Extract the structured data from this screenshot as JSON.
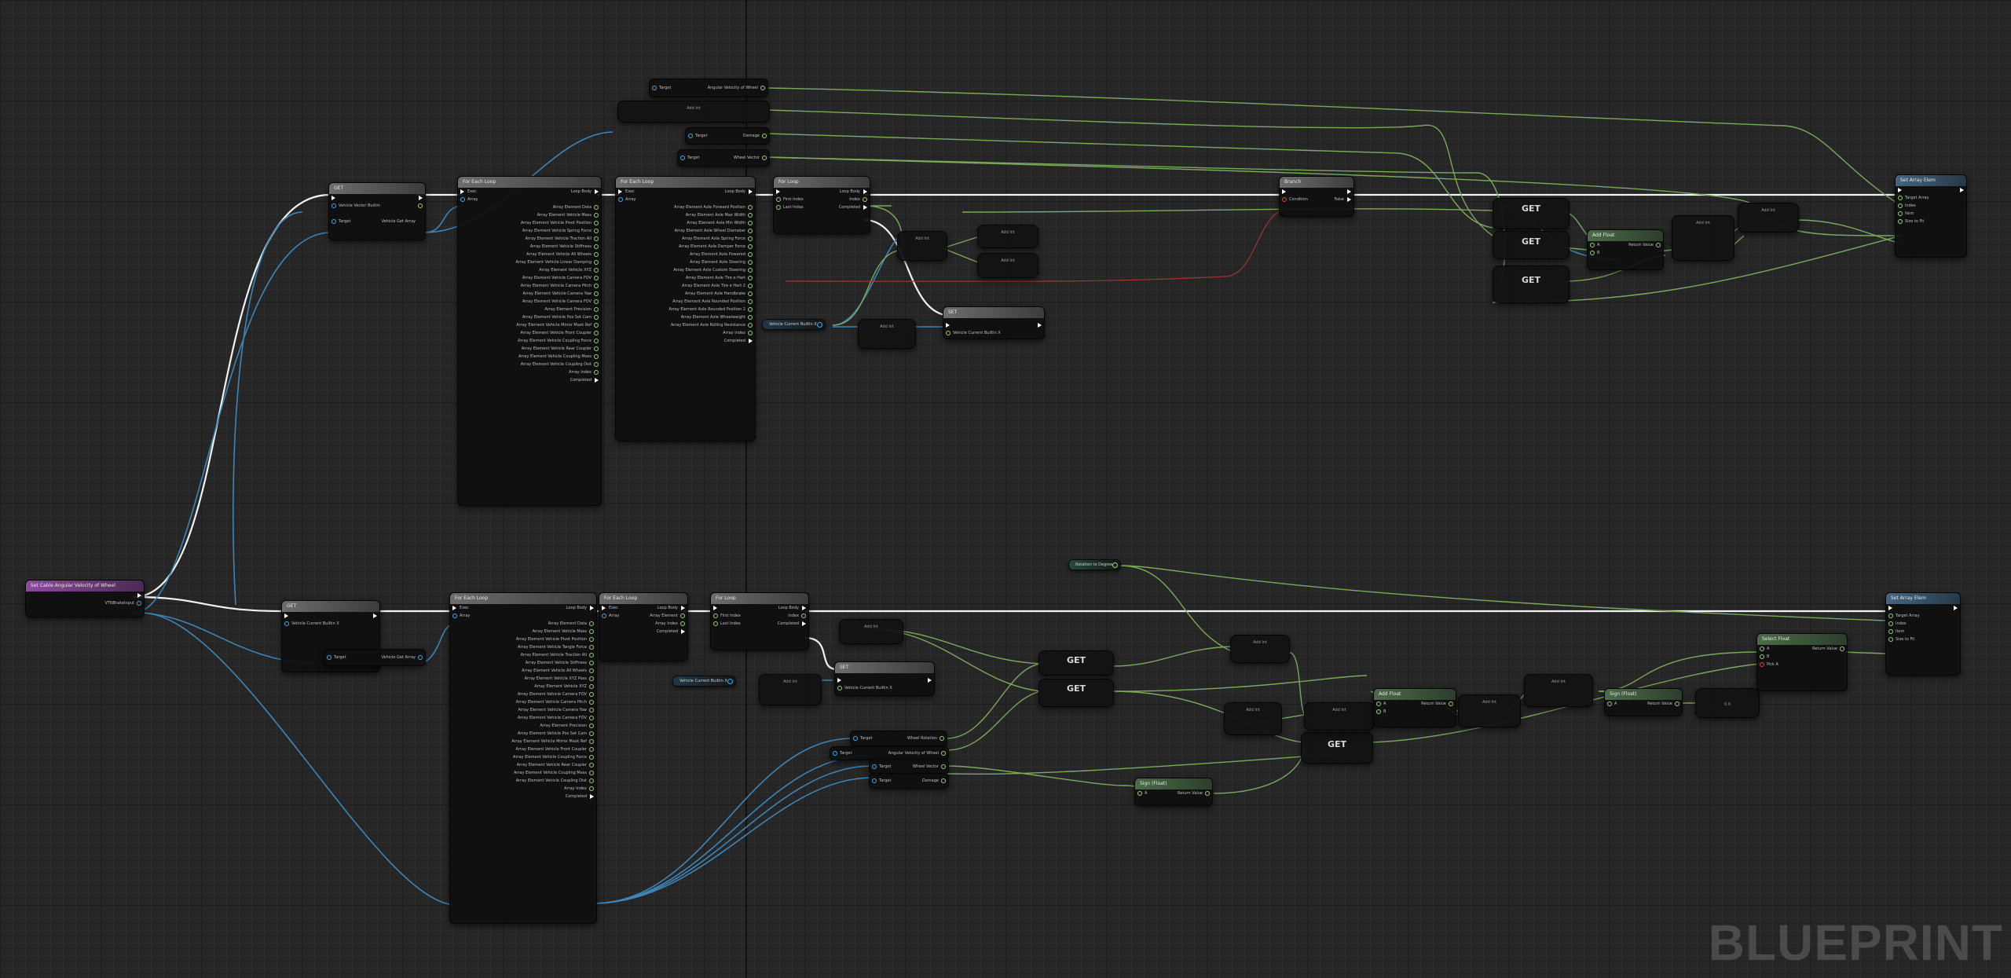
{
  "watermark": "BLUEPRINT",
  "nodes": {
    "event": {
      "header": "Set Cable Angular Velocity of Wheel",
      "pin": "VTNBrakeInput"
    },
    "get_top": {
      "header": "GET",
      "in_label": "Vehicle Vector Builtin",
      "target": "Target",
      "target_val": "Vehicle Get Array"
    },
    "loop_a_top": {
      "header": "For Each Loop",
      "exec": "Exec",
      "array": "Array",
      "loop_body": "Loop Body",
      "rows": [
        "Array Element Data",
        "Array Element Vehicle Mass",
        "Array Element Vehicle Pivot Position",
        "Array Element Vehicle Spring Force",
        "Array Element Vehicle Traction All",
        "Array Element Vehicle Stiffness",
        "Array Element Vehicle All Wheels",
        "Array Element Vehicle Linear Damping",
        "Array Element Vehicle XYZ",
        "Array Element Vehicle Camera FOV",
        "Array Element Vehicle Camera Pitch",
        "Array Element Vehicle Camera Yaw",
        "Array Element Vehicle Camera FOV",
        "Array Element Precision",
        "Array Element Vehicle Pos Set Cam",
        "Array Element Vehicle Mirror Mask Ref",
        "Array Element Vehicle Front Coupler",
        "Array Element Vehicle Coupling Force",
        "Array Element Vehicle Rear Coupler",
        "Array Element Vehicle Coupling Mass",
        "Array Element Vehicle Coupling Dist"
      ],
      "array_index": "Array Index",
      "completed": "Completed"
    },
    "loop_b_top": {
      "header": "For Each Loop",
      "exec": "Exec",
      "array": "Array",
      "loop_body": "Loop Body",
      "rows": [
        "Array Element Axle Forward Position",
        "Array Element Axle Max Width",
        "Array Element Axle Min Width",
        "Array Element Axle Wheel Diameter",
        "Array Element Axle Spring Force",
        "Array Element Axle Damper Force",
        "Array Element Axle Powered",
        "Array Element Axle Steering",
        "Array Element Axle Custom Steering",
        "Array Element Axle Tire e Hart",
        "Array Element Axle Tire e Hart 2",
        "Array Element Axle Handbrake",
        "Array Element Axle Rounded Position",
        "Array Element Axle Rounded Position 2",
        "Array Element Axle Wheelweight",
        "Array Element Axle Rolling Resistance"
      ],
      "array_index": "Array Index",
      "completed": "Completed"
    },
    "for_loop_top": {
      "header": "For Loop",
      "first": "First Index",
      "last": "Last Index",
      "loop_body": "Loop Body",
      "index": "Index",
      "completed": "Completed"
    },
    "target_top_1": {
      "target": "Target",
      "label": "Angular Velocity of Wheel"
    },
    "add_top_1": {
      "label": "Add Int"
    },
    "target_top_2": {
      "target": "Target",
      "label": "Damage"
    },
    "target_top_3": {
      "target": "Target",
      "label": "Wheel Vector"
    },
    "branch_top": {
      "header": "Branch",
      "condition": "Condition",
      "false": "False"
    },
    "set_array_top": {
      "header": "Set Array Elem",
      "rows": [
        "Target Array",
        "Index",
        "Item",
        "Size to Fit"
      ]
    },
    "get_a": {
      "label": "GET"
    },
    "get_b": {
      "label": "GET"
    },
    "get_c": {
      "label": "GET"
    },
    "add_small_1": {
      "label": "Add Int"
    },
    "add_small_2": {
      "label": "Add Int"
    },
    "add_small_3": {
      "label": "Add Int"
    },
    "add_small_4": {
      "label": "Add Int"
    },
    "add_small_5": {
      "label": "Add Int"
    },
    "add_int_mid": {
      "label": "Add Int"
    },
    "set_top_mid": {
      "header": "SET",
      "label": "Vehicle Current Builtin X"
    },
    "var_top_mid": {
      "label": "Vehicle Current Builtin X"
    },
    "abs_top": {
      "header": "Add Float",
      "a": "A",
      "b": "B",
      "ret": "Return Value"
    },
    "get_bottom": {
      "header": "GET",
      "in_label": "Vehicle Current Builtin X",
      "target": "Target",
      "target_val": "Vehicle Get Array"
    },
    "loop_a_bottom": {
      "header": "For Each Loop",
      "exec": "Exec",
      "array": "Array",
      "loop_body": "Loop Body",
      "rows": [
        "Array Element Data",
        "Array Element Vehicle Mass",
        "Array Element Vehicle Pivot Position",
        "Array Element Vehicle Tangle Force",
        "Array Element Vehicle Traction All",
        "Array Element Vehicle Stiffness",
        "Array Element Vehicle All Wheels",
        "Array Element Vehicle XYZ Pass",
        "Array Element Vehicle XYZ",
        "Array Element Vehicle Camera FOV",
        "Array Element Vehicle Camera Pitch",
        "Array Element Vehicle Camera Yaw",
        "Array Element Vehicle Camera FOV",
        "Array Element Precision",
        "Array Element Vehicle Pos Set Cam",
        "Array Element Vehicle Mirror Mask Ref",
        "Array Element Vehicle Front Coupler",
        "Array Element Vehicle Coupling Force",
        "Array Element Vehicle Rear Coupler",
        "Array Element Vehicle Coupling Mass",
        "Array Element Vehicle Coupling Dist"
      ],
      "array_index": "Array Index",
      "completed": "Completed"
    },
    "loop_b_bottom": {
      "header": "For Each Loop",
      "exec": "Exec",
      "array": "Array",
      "loop_body": "Loop Body",
      "array_element": "Array Element",
      "array_index": "Array Index",
      "completed": "Completed"
    },
    "for_loop_bottom": {
      "header": "For Loop",
      "first": "First Index",
      "last": "Last Index",
      "loop_body": "Loop Body",
      "index": "Index",
      "completed": "Completed"
    },
    "set_bottom_mid": {
      "header": "SET",
      "label": "Vehicle Current Builtin X"
    },
    "var_bottom_mid": {
      "label": "Vehicle Current Builtin X"
    },
    "var_bottom_top": {
      "label": "Rotation to Degree"
    },
    "get_d": {
      "label": "GET"
    },
    "get_e": {
      "label": "GET"
    },
    "get_f": {
      "label": "GET"
    },
    "target_bot_1": {
      "target": "Target",
      "label": "Wheel Rotation"
    },
    "target_bot_2": {
      "target": "Target",
      "label": "Angular Velocity of Wheel"
    },
    "target_bot_3": {
      "target": "Target",
      "label": "Wheel Vector"
    },
    "target_bot_4": {
      "target": "Target",
      "label": "Damage"
    },
    "sign_float_bot": {
      "header": "Sign (Float)",
      "a": "A",
      "ret": "Return Value"
    },
    "add_float_bot": {
      "header": "Add Float",
      "a": "A",
      "b": "B",
      "ret": "Return Value"
    },
    "sign_float_bot2": {
      "header": "Sign (Float)",
      "a": "A",
      "ret": "Return Value"
    },
    "select_float_bot": {
      "header": "Select Float",
      "a": "A",
      "b": "B",
      "pick": "Pick A",
      "ret": "Return Value"
    },
    "set_array_bottom": {
      "header": "Set Array Elem",
      "rows": [
        "Target Array",
        "Index",
        "Item",
        "Size to Fit"
      ]
    },
    "clamp_bot": {
      "label": "0.0"
    }
  }
}
